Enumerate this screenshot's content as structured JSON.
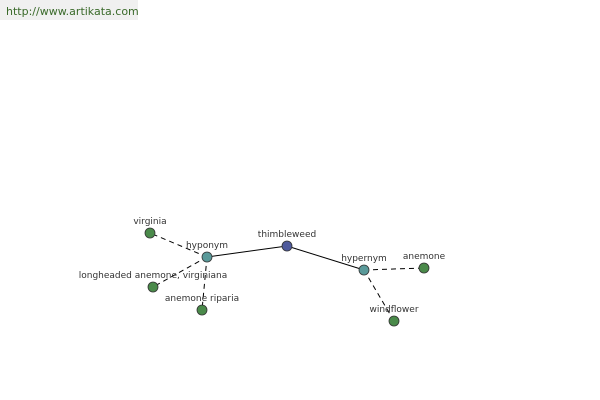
{
  "header": {
    "url": "http://www.artikata.com"
  },
  "colors": {
    "center_node": "#4e5a9c",
    "relation_node": "#5a9a9a",
    "leaf_node": "#4a8a4a",
    "node_stroke": "#333333",
    "edge": "#000000"
  },
  "graph": {
    "nodes": [
      {
        "id": "thimbleweed",
        "label": "thimbleweed",
        "kind": "center"
      },
      {
        "id": "hyponym",
        "label": "hyponym",
        "kind": "relation"
      },
      {
        "id": "hypernym",
        "label": "hypernym",
        "kind": "relation"
      },
      {
        "id": "virginia",
        "label": "virginia",
        "kind": "leaf"
      },
      {
        "id": "longheaded",
        "label": "longheaded anemone, virginiana",
        "kind": "leaf"
      },
      {
        "id": "riparia",
        "label": "anemone riparia",
        "kind": "leaf"
      },
      {
        "id": "anemone",
        "label": "anemone",
        "kind": "leaf"
      },
      {
        "id": "windflower",
        "label": "windflower",
        "kind": "leaf"
      }
    ],
    "edges": [
      {
        "from": "thimbleweed",
        "to": "hyponym",
        "style": "solid"
      },
      {
        "from": "thimbleweed",
        "to": "hypernym",
        "style": "solid"
      },
      {
        "from": "hyponym",
        "to": "virginia",
        "style": "dashed"
      },
      {
        "from": "hyponym",
        "to": "longheaded",
        "style": "dashed"
      },
      {
        "from": "hyponym",
        "to": "riparia",
        "style": "dashed"
      },
      {
        "from": "hypernym",
        "to": "anemone",
        "style": "dashed"
      },
      {
        "from": "hypernym",
        "to": "windflower",
        "style": "dashed"
      }
    ]
  }
}
